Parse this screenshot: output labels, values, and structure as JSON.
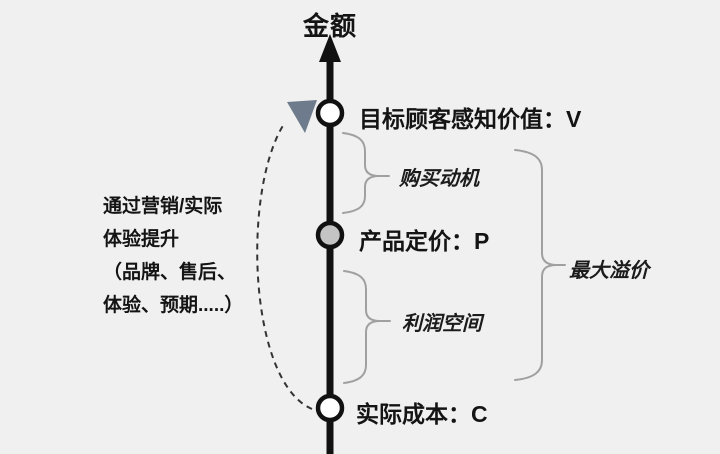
{
  "axis": {
    "label": "金额"
  },
  "points": [
    {
      "id": "V",
      "label": "目标顾客感知价值：V",
      "fill": "white"
    },
    {
      "id": "P",
      "label": "产品定价：P",
      "fill": "gray"
    },
    {
      "id": "C",
      "label": "实际成本：C",
      "fill": "white"
    }
  ],
  "braces": [
    {
      "label": "购买动机",
      "span": "V-P"
    },
    {
      "label": "利润空间",
      "span": "P-C"
    },
    {
      "label": "最大溢价",
      "span": "V-C"
    }
  ],
  "annotation": {
    "lines": [
      "通过营销/实际",
      "体验提升",
      "（品牌、售后、",
      "体验、预期.....）"
    ]
  },
  "colors": {
    "background": "#f0f0f0",
    "axis": "#111111",
    "brace": "#a0a0a0",
    "dashed_arrow": "#333333",
    "arrowhead_marker": "#6e7b8c",
    "gray_point_fill": "#c4c4c4"
  }
}
